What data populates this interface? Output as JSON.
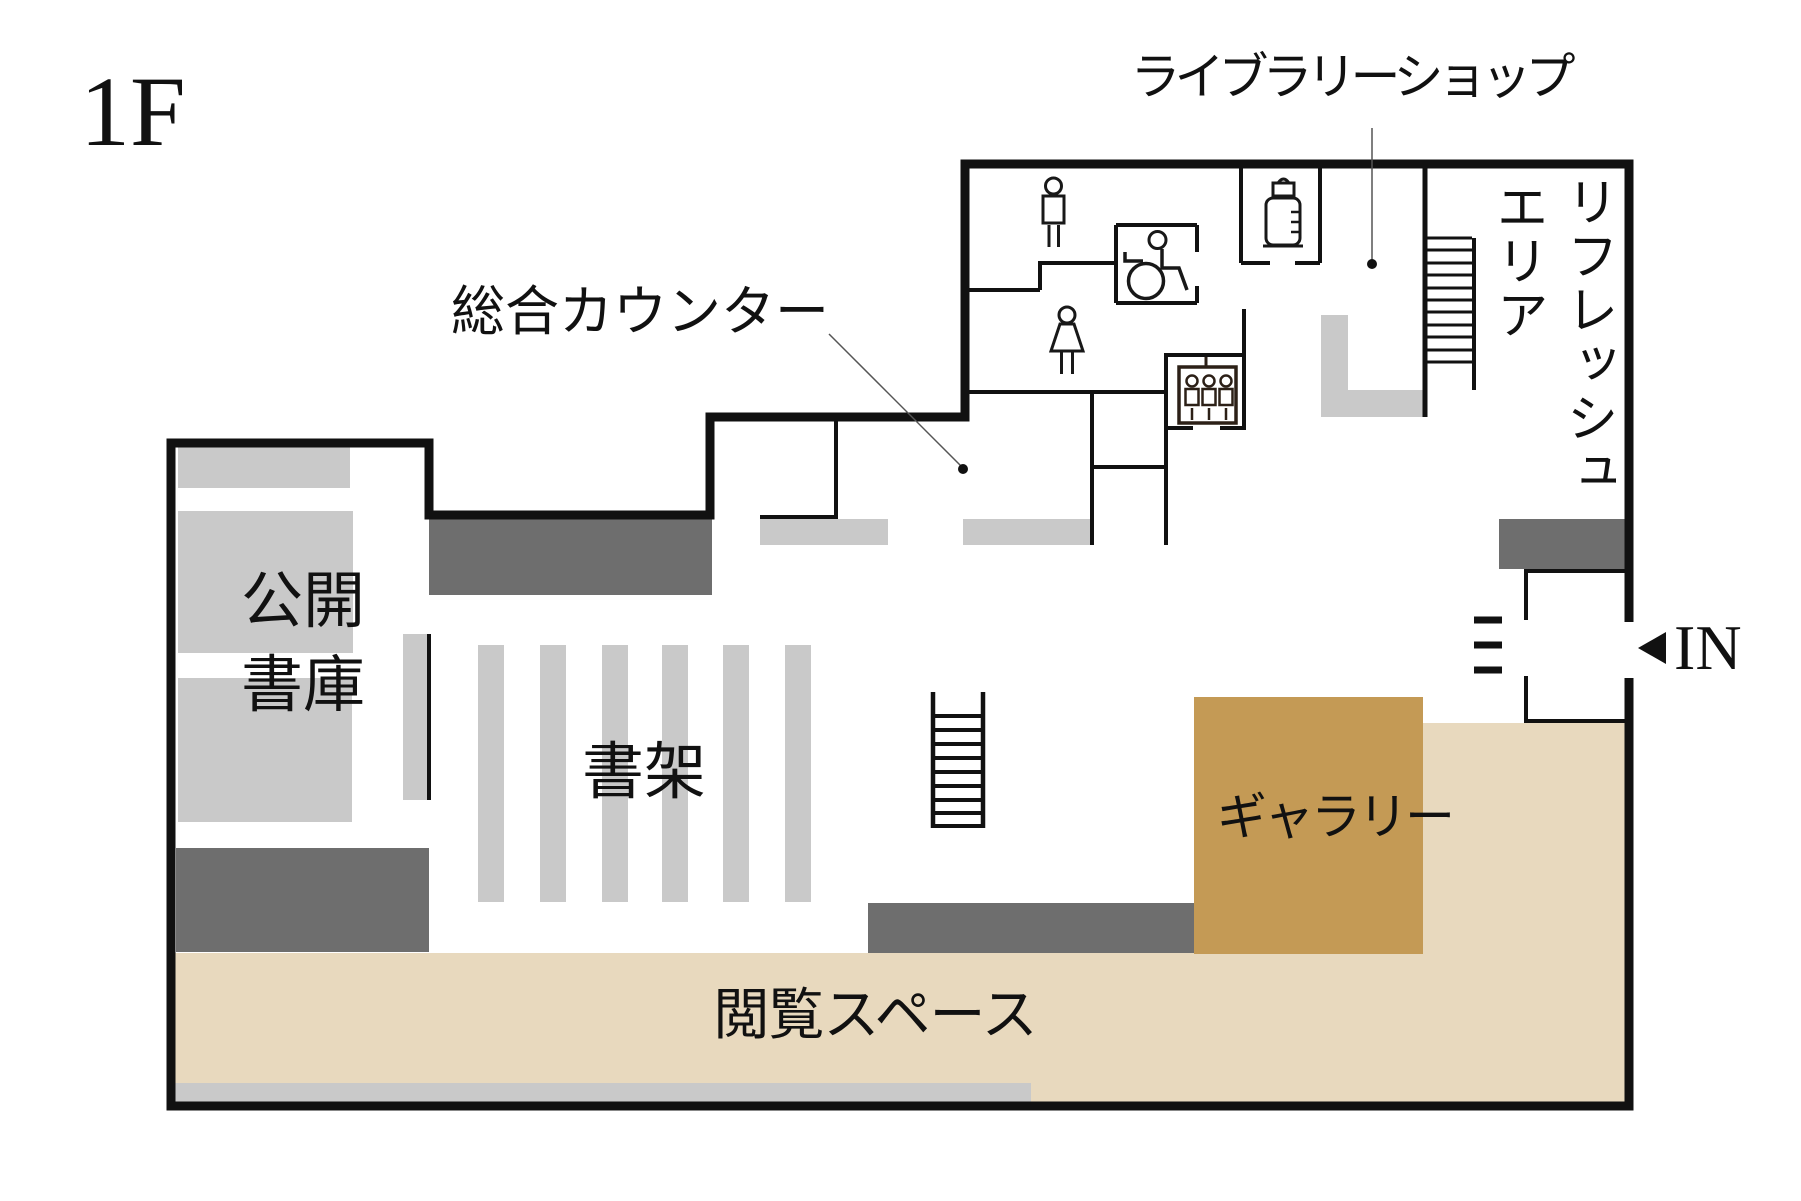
{
  "floor_label": "1F",
  "areas": {
    "library_shop": {
      "label": "ライブラリーショップ"
    },
    "refresh_area": {
      "label": "リフレッシュエリア",
      "col1": "リフレッシュ",
      "col2": "エリア"
    },
    "general_counter": {
      "label": "総合カウンター"
    },
    "public_stacks": {
      "label": "公開書庫",
      "line1": "公開",
      "line2": "書庫"
    },
    "book_shelves": {
      "label": "書架"
    },
    "gallery": {
      "label": "ギャラリー"
    },
    "reading_space": {
      "label": "閲覧スペース"
    },
    "entrance": {
      "arrow": "◀",
      "label": "IN"
    }
  },
  "icons": [
    {
      "name": "male-toilet-icon"
    },
    {
      "name": "female-toilet-icon"
    },
    {
      "name": "wheelchair-accessible-toilet-icon"
    },
    {
      "name": "elevator-icon"
    },
    {
      "name": "nursing-room-bottle-icon"
    },
    {
      "name": "staircase-icon"
    },
    {
      "name": "small-staircase-icon"
    },
    {
      "name": "entrance-arrow-icon"
    }
  ],
  "colors": {
    "floor_beige": "#e8d9be",
    "light_gray": "#c9c9c9",
    "dark_gray": "#6e6e6e",
    "gallery_brown": "#c49a55",
    "wall_black": "#111111",
    "leader_gray": "#555555"
  }
}
